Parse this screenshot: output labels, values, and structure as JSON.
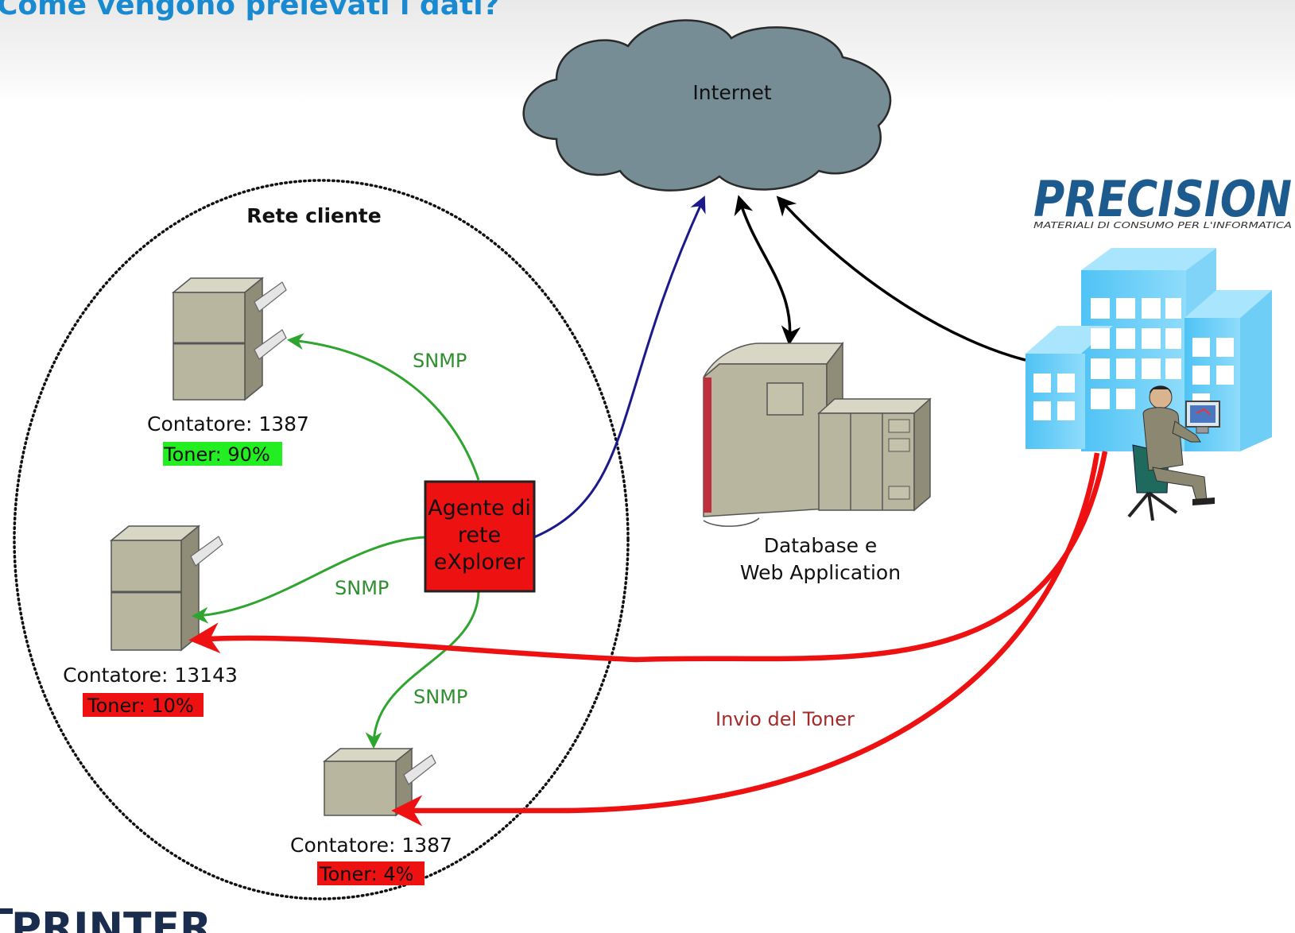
{
  "title": "Come vengono prelevati i dati?",
  "cloud_label": "Internet",
  "network_label": "Rete cliente",
  "agent_lines": [
    "Agente di",
    "rete",
    "eXplorer"
  ],
  "printers": [
    {
      "counter": "Contatore: 1387",
      "toner": "Toner: 90%",
      "toner_color": "#22ee22"
    },
    {
      "counter": "Contatore: 13143",
      "toner": "Toner: 10%",
      "toner_color": "#ee1111"
    },
    {
      "counter": "Contatore: 1387",
      "toner": "Toner: 4%",
      "toner_color": "#ee1111"
    }
  ],
  "snmp_labels": [
    "SNMP",
    "SNMP",
    "SNMP"
  ],
  "server_label_lines": [
    "Database e",
    "Web Application"
  ],
  "toner_delivery_label": "Invio del Toner",
  "brand_name": "PRECISION",
  "brand_tagline": "MATERIALI DI CONSUMO PER L'INFORMATICA",
  "bottom_logo": "PRINTER",
  "colors": {
    "title": "#1a8ad0",
    "snmp": "#2f8f2f",
    "agent_box": "#ee1111",
    "internet_link": "#1a1a8c",
    "delivery": "#ee1111",
    "cloud": "#778d96"
  }
}
